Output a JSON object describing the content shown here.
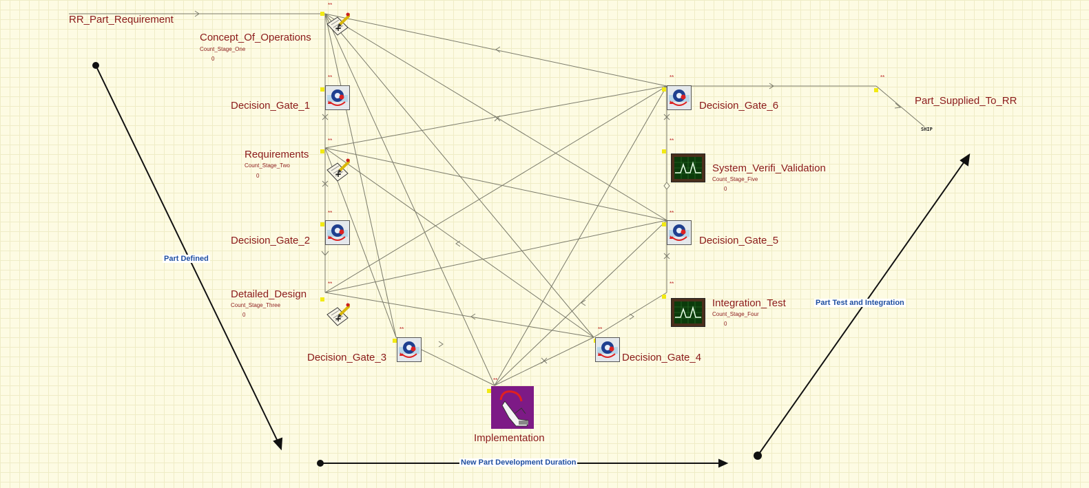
{
  "diagram": {
    "stars": "**",
    "nodes": {
      "rr_part_requirement": {
        "label": "RR_Part_Requirement"
      },
      "concept_of_operations": {
        "label": "Concept_Of_Operations",
        "counter": "Count_Stage_One",
        "count": "0"
      },
      "decision_gate_1": {
        "label": "Decision_Gate_1"
      },
      "requirements": {
        "label": "Requirements",
        "counter": "Count_Stage_Two",
        "count": "0"
      },
      "decision_gate_2": {
        "label": "Decision_Gate_2"
      },
      "detailed_design": {
        "label": "Detailed_Design",
        "counter": "Count_Stage_Three",
        "count": "0"
      },
      "decision_gate_3": {
        "label": "Decision_Gate_3"
      },
      "implementation": {
        "label": "Implementation"
      },
      "decision_gate_4": {
        "label": "Decision_Gate_4"
      },
      "integration_test": {
        "label": "Integration_Test",
        "counter": "Count_Stage_Four",
        "count": "0"
      },
      "decision_gate_5": {
        "label": "Decision_Gate_5"
      },
      "system_verifi_validation": {
        "label": "System_Verifi_Validation",
        "counter": "Count_Stage_Five",
        "count": "0"
      },
      "decision_gate_6": {
        "label": "Decision_Gate_6"
      },
      "part_supplied_to_rr": {
        "label": "Part_Supplied_To_RR",
        "tag": "SHIP"
      }
    },
    "annotations": {
      "part_defined": "Part Defined",
      "new_part_development_duration": "New Part Development Duration",
      "part_test_and_integration": "Part Test and Integration"
    },
    "colors": {
      "label": "#8b1a1a",
      "annotation": "#1f4fa0",
      "connector": "#7a7a6a",
      "entry_point": "#f2ea14",
      "implementation_bg": "#7d1a86"
    }
  }
}
